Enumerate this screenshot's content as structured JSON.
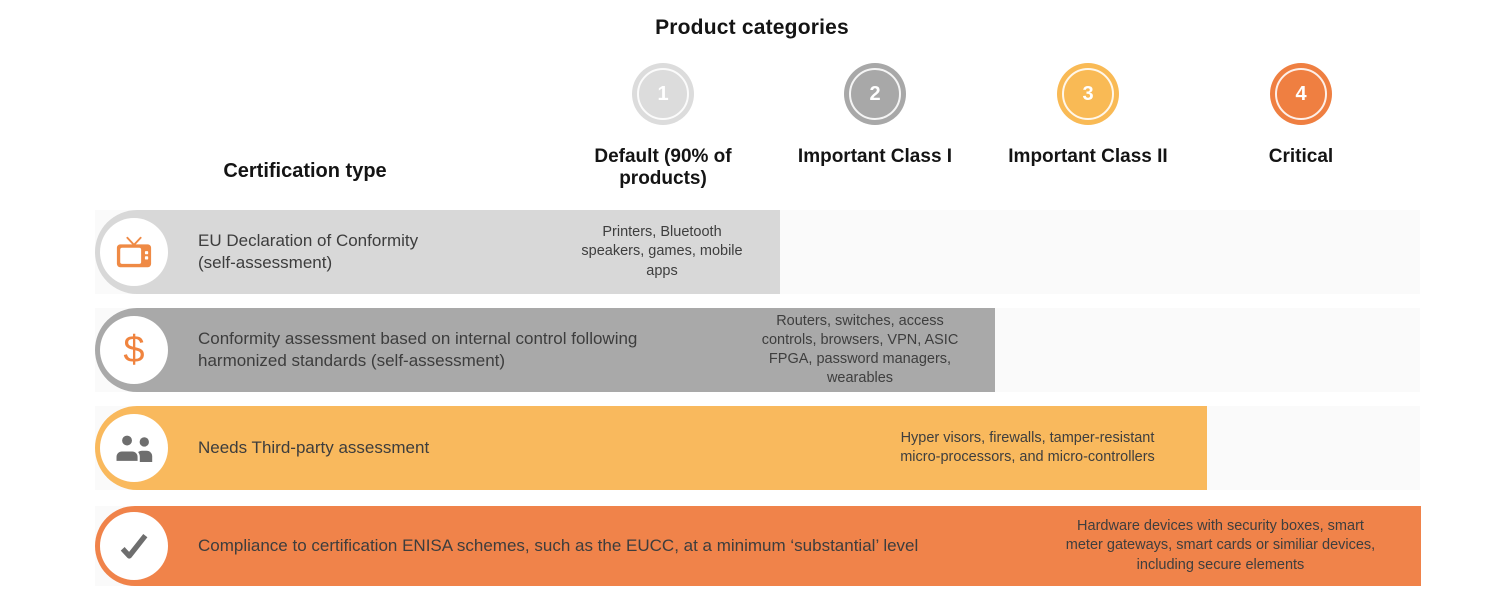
{
  "title": "Product categories",
  "table": {
    "certification_type_header": "Certification type",
    "columns": [
      {
        "number": "1",
        "label": "Default (90% of\nproducts)",
        "circle_color": "#dcdcdc"
      },
      {
        "number": "2",
        "label": "Important Class I",
        "circle_color": "#a8a8a8"
      },
      {
        "number": "3",
        "label": "Important Class II",
        "circle_color": "#f9ba55"
      },
      {
        "number": "4",
        "label": "Critical",
        "circle_color": "#ef7f41"
      }
    ],
    "rows": [
      {
        "icon": "tv-icon",
        "certification": "EU Declaration of Conformity\n(self-assessment)",
        "products": "Printers, Bluetooth\nspeakers, games, mobile\napps",
        "pill_color": "#d8d8d8"
      },
      {
        "icon": "dollar-icon",
        "certification": "Conformity assessment based on internal control following\nharmonized standards (self-assessment)",
        "products": "Routers, switches, access\ncontrols, browsers, VPN, ASIC\nFPGA, password managers,\nwearables",
        "pill_color": "#a9a9a9"
      },
      {
        "icon": "people-icon",
        "certification": "Needs Third-party assessment",
        "products": "Hyper visors, firewalls, tamper-resistant\nmicro-processors, and micro-controllers",
        "pill_color": "#f9b95d"
      },
      {
        "icon": "check-icon",
        "certification": "Compliance to certification ENISA schemes, such as the EUCC, at a minimum ‘substantial’ level",
        "products": "Hardware devices with security boxes, smart\nmeter gateways, smart cards or similiar devices,\nincluding secure elements",
        "pill_color": "#f0834a"
      }
    ]
  },
  "colors": {
    "row_background_band": "#fafafa",
    "icon_orange": "#ef8a45",
    "icon_gray": "#6e6e6e",
    "heading_text": "#141414",
    "body_text": "#3d3d3d"
  }
}
